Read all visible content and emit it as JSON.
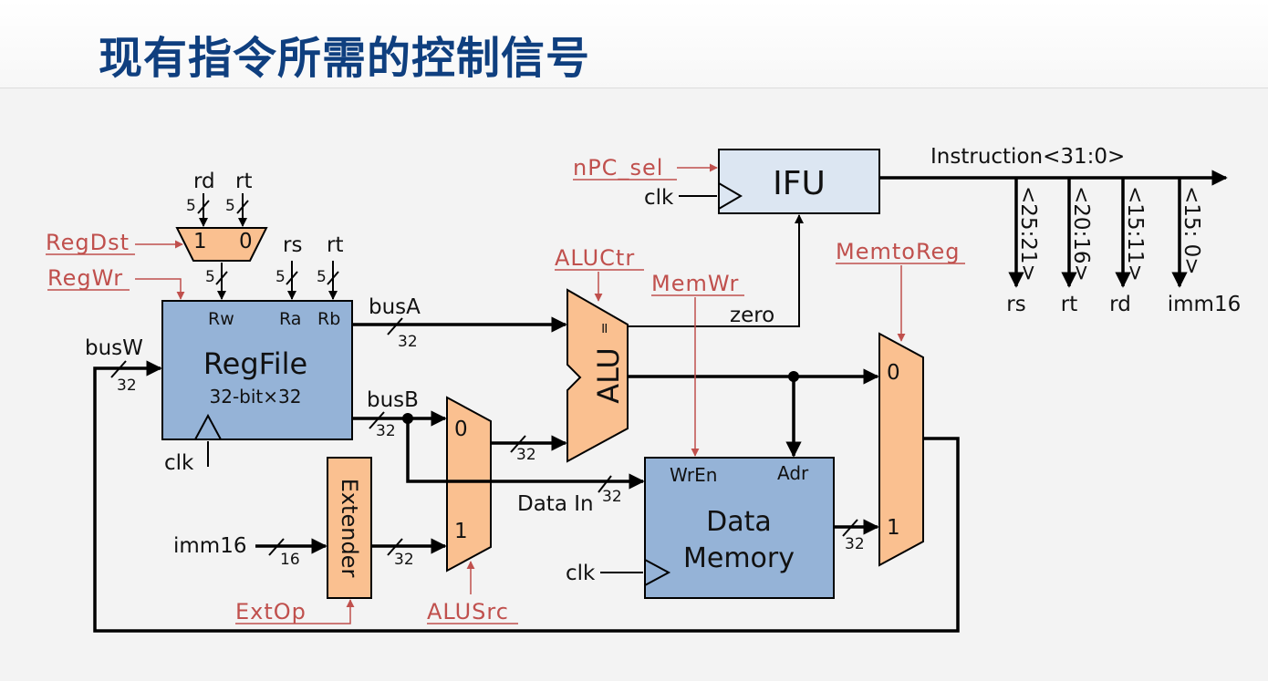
{
  "title": "现有指令所需的控制信号",
  "control_signals": {
    "regdst": "RegDst",
    "regwr": "RegWr",
    "extop": "ExtOp",
    "alusrc": "ALUSrc",
    "aluctr": "ALUCtr",
    "memwr": "MemWr",
    "memtoreg": "MemtoReg",
    "npc_sel": "nPC_sel"
  },
  "blocks": {
    "regfile": {
      "name": "RegFile",
      "sub": "32-bit×32",
      "rw": "Rw",
      "ra": "Ra",
      "rb": "Rb"
    },
    "ifu": "IFU",
    "alu": "ALU",
    "alu_eq": "=",
    "extender": "Extender",
    "datamem": {
      "line1": "Data",
      "line2": "Memory",
      "wren": "WrEn",
      "adr": "Adr"
    }
  },
  "signals": {
    "rd": "rd",
    "rt": "rt",
    "rs": "rs",
    "busA": "busA",
    "busB": "busB",
    "busW": "busW",
    "clk": "clk",
    "imm16": "imm16",
    "zero": "zero",
    "data_in": "Data In",
    "instruction": "Instruction<31:0>"
  },
  "widths": {
    "w5": "5",
    "w32": "32",
    "w16": "16"
  },
  "mux": {
    "zero": "0",
    "one": "1"
  },
  "instruction_fields": [
    {
      "bits": "<25:21>",
      "name": "rs"
    },
    {
      "bits": "<20:16>",
      "name": "rt"
    },
    {
      "bits": "<15:11>",
      "name": "rd"
    },
    {
      "bits": "<15: 0>",
      "name": "imm16"
    }
  ]
}
